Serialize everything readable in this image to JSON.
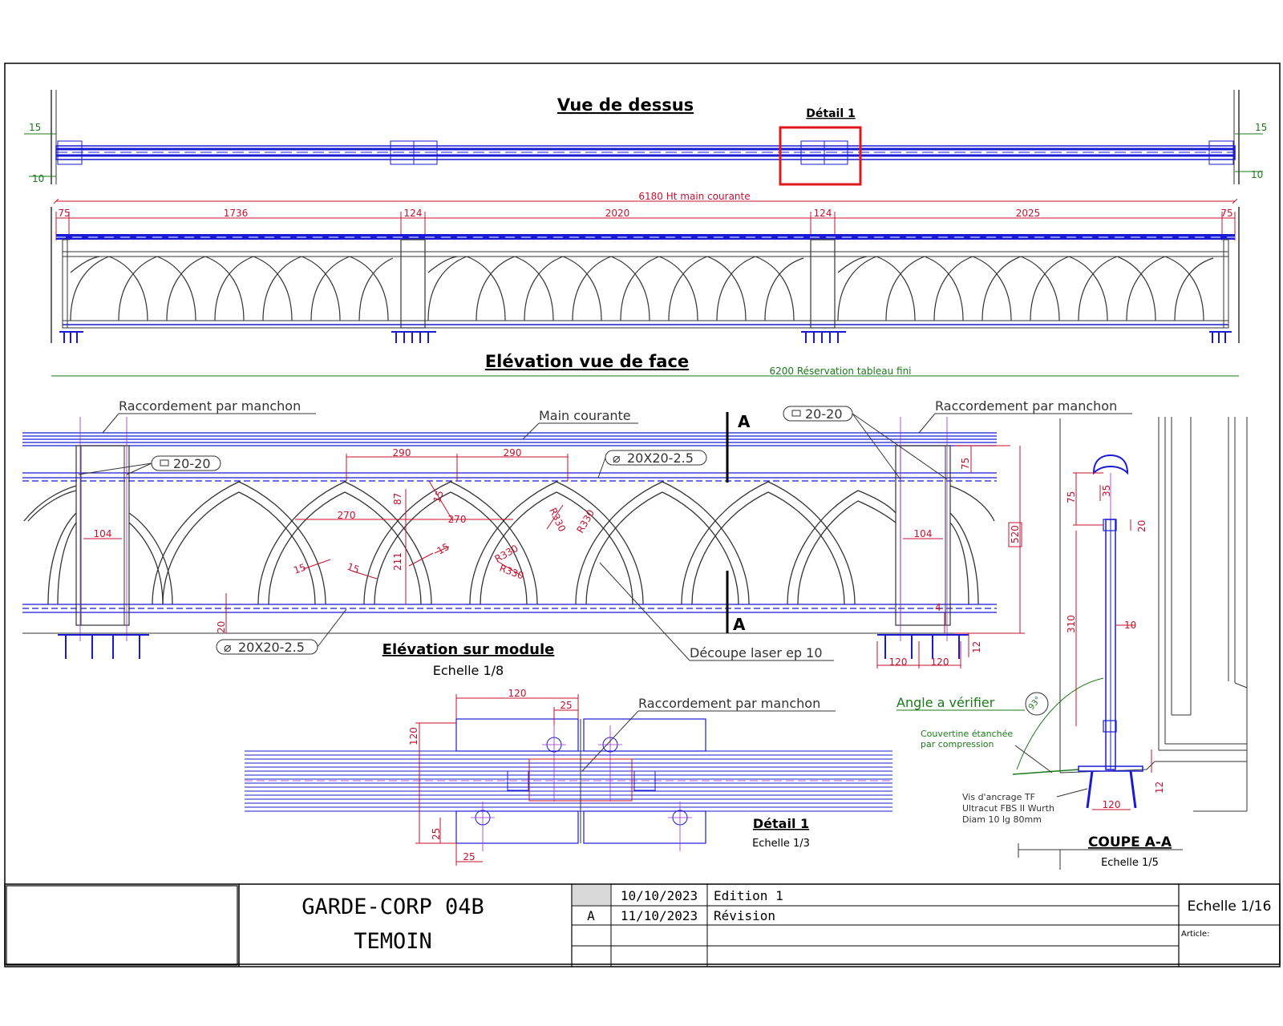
{
  "colors": {
    "rail_blue": "#1a1ad6",
    "dimension_red": "#c8102e",
    "dimension_green": "#1a7a1a",
    "highlight_red": "#e0191b",
    "line_dark": "#333333"
  },
  "views": {
    "top": {
      "title": "Vue de dessus",
      "detail_marker": "Détail 1"
    },
    "front": {
      "title": "Elévation vue de face"
    },
    "module": {
      "title": "Elévation sur module",
      "scale": "Echelle 1/8"
    },
    "detail": {
      "title": "Détail 1",
      "scale": "Echelle 1/3"
    },
    "section": {
      "title": "COUPE A-A",
      "scale": "Echelle 1/5"
    }
  },
  "top_dims": {
    "left_a": "15",
    "left_b": "10",
    "right_a": "15",
    "right_b": "10"
  },
  "front_dims": {
    "overall": "6180 Ht main courante",
    "segments": [
      "75",
      "1736",
      "124",
      "2020",
      "124",
      "2025",
      "75"
    ],
    "reservation": "6200 Réservation tableau fini"
  },
  "module_labels": {
    "connection_left": "Raccordement par manchon",
    "connection_right": "Raccordement par manchon",
    "handrail": "Main courante",
    "tube_left": "20-20",
    "tube_right": "20-20",
    "rail_top": "20X20-2.5",
    "rail_bottom": "20X20-2.5",
    "laser": "Découpe laser ep 10",
    "section_mark_top": "A",
    "section_mark_bottom": "A"
  },
  "module_dims": {
    "d290a": "290",
    "d290b": "290",
    "d270a": "270",
    "d270b": "270",
    "d87": "87",
    "d15a": "15",
    "d15b": "15",
    "d15c": "15",
    "d15d": "15",
    "d211": "211",
    "r330a": "R330",
    "r330b": "R330",
    "r330c": "R330",
    "r330d": "R330",
    "d104l": "104",
    "d104r": "104",
    "d75": "75",
    "d520": "520",
    "d20": "20",
    "d4": "4",
    "d120a": "120",
    "d120b": "120",
    "d12": "12"
  },
  "detail_labels": {
    "connection": "Raccordement par manchon",
    "d120": "120",
    "d25a": "25",
    "d120v": "120",
    "d25b": "25",
    "d25c": "25"
  },
  "section_labels": {
    "angle": "Angle a vérifier",
    "angle_value": "93°",
    "coping_1": "Couvertine étanchée",
    "coping_2": "par compression",
    "screw_1": "Vis d'ancrage TF",
    "screw_2": "Ultracut FBS II Wurth",
    "screw_3": "Diam 10  lg 80mm",
    "d75": "75",
    "d35": "35",
    "d20": "20",
    "d310": "310",
    "d10": "10",
    "d120": "120",
    "d12": "12"
  },
  "title_block": {
    "project_line1": "GARDE-CORP 04B",
    "project_line2": "TEMOIN",
    "revisions": [
      {
        "index": "",
        "date": "10/10/2023",
        "label": "Edition 1"
      },
      {
        "index": "A",
        "date": "11/10/2023",
        "label": "Révision"
      }
    ],
    "scale": "Echelle 1/16",
    "article_label": "Article:"
  }
}
